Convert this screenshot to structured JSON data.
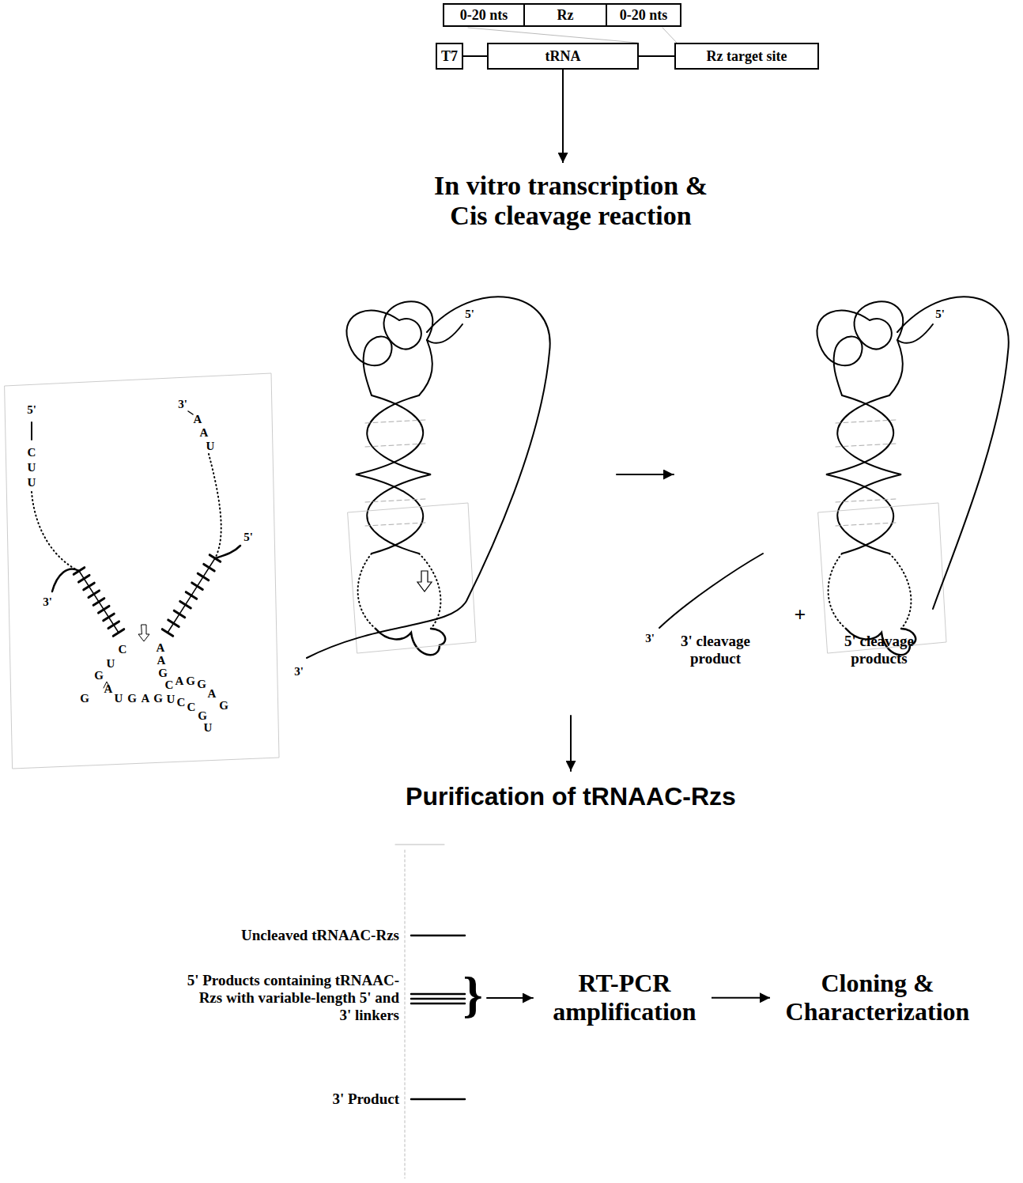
{
  "diagram": {
    "nodes": [
      {
        "text": [
          "0-20 nts"
        ]
      },
      {
        "text": [
          "Rz"
        ]
      },
      {
        "text": [
          "0-20 nts"
        ]
      },
      {
        "text": [
          "T7"
        ]
      },
      {
        "text": [
          "tRNA"
        ]
      },
      {
        "text": [
          "Rz target site"
        ]
      },
      {
        "text": [
          "In vitro transcription & Cis cleavage reaction"
        ]
      },
      {
        "text": [
          "Purification of tRNAAC-Rzs"
        ]
      },
      {
        "text": [
          "RT-PCR amplification"
        ]
      },
      {
        "text": [
          "Cloning & Characterization"
        ]
      }
    ],
    "edges": [
      {
        "from": 3,
        "to": 4,
        "arrow": "none"
      },
      {
        "from": 4,
        "to": 5,
        "arrow": "none"
      },
      {
        "from": 4,
        "to": 6,
        "arrow": "to"
      },
      {
        "from": 8,
        "to": 9,
        "arrow": "to"
      }
    ],
    "labels": [
      "5'",
      "5'",
      "3'",
      "3' cleavage product",
      "+",
      "3'",
      "5' cleavage products",
      "Uncleaved tRNAAC-Rzs",
      "5' Products containing tRNAAC-Rzs with variable-length 5' and 3' linkers",
      "3' Product",
      "}",
      "5'",
      "C",
      "U",
      "U",
      "3'",
      "A",
      "A",
      "U",
      "3'",
      "5'",
      "C",
      "U",
      "G",
      "G",
      "A",
      "U",
      "G",
      "A",
      "G",
      "A",
      "A",
      "G",
      "C",
      "A",
      "G",
      "G",
      "A",
      "G",
      "U",
      "C",
      "C",
      "G",
      "U"
    ]
  }
}
